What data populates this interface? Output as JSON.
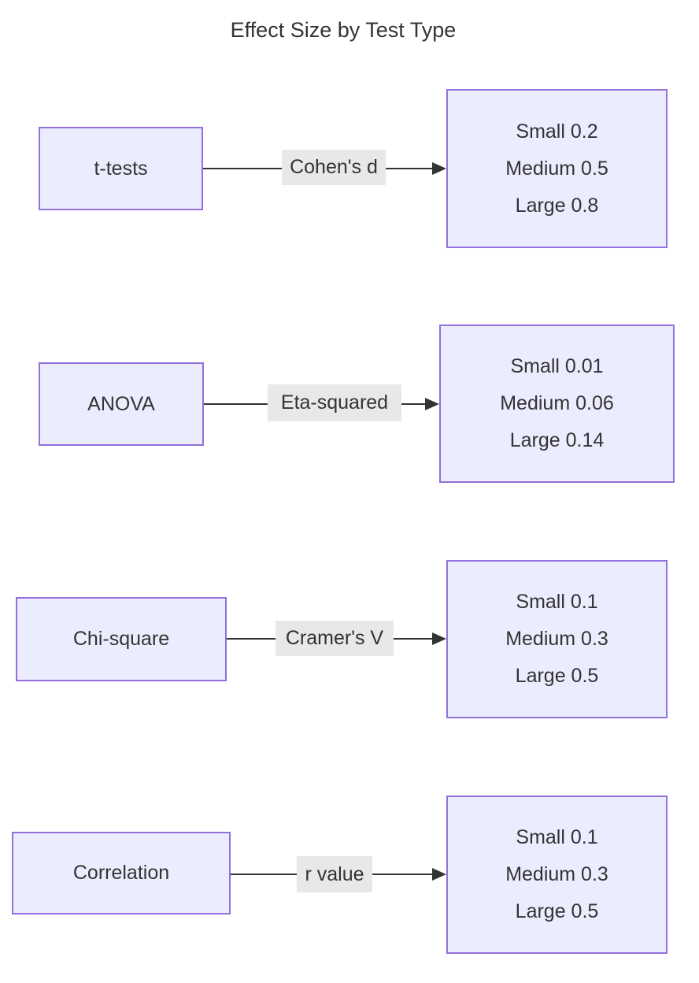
{
  "title": "Effect Size by Test Type",
  "colors": {
    "node_fill": "#ECECFF",
    "node_border": "#9370DB",
    "edge_color": "#333333",
    "text_color": "#333333",
    "edge_label_bg": "#e8e8e8"
  },
  "diagram": {
    "rows": [
      {
        "source": "t-tests",
        "edge_label": "Cohen's d",
        "target_lines": [
          "Small 0.2",
          "Medium 0.5",
          "Large 0.8"
        ]
      },
      {
        "source": "ANOVA",
        "edge_label": "Eta-squared",
        "target_lines": [
          "Small 0.01",
          "Medium 0.06",
          "Large 0.14"
        ]
      },
      {
        "source": "Chi-square",
        "edge_label": "Cramer's V",
        "target_lines": [
          "Small 0.1",
          "Medium 0.3",
          "Large 0.5"
        ]
      },
      {
        "source": "Correlation",
        "edge_label": "r value",
        "target_lines": [
          "Small 0.1",
          "Medium 0.3",
          "Large 0.5"
        ]
      }
    ]
  }
}
